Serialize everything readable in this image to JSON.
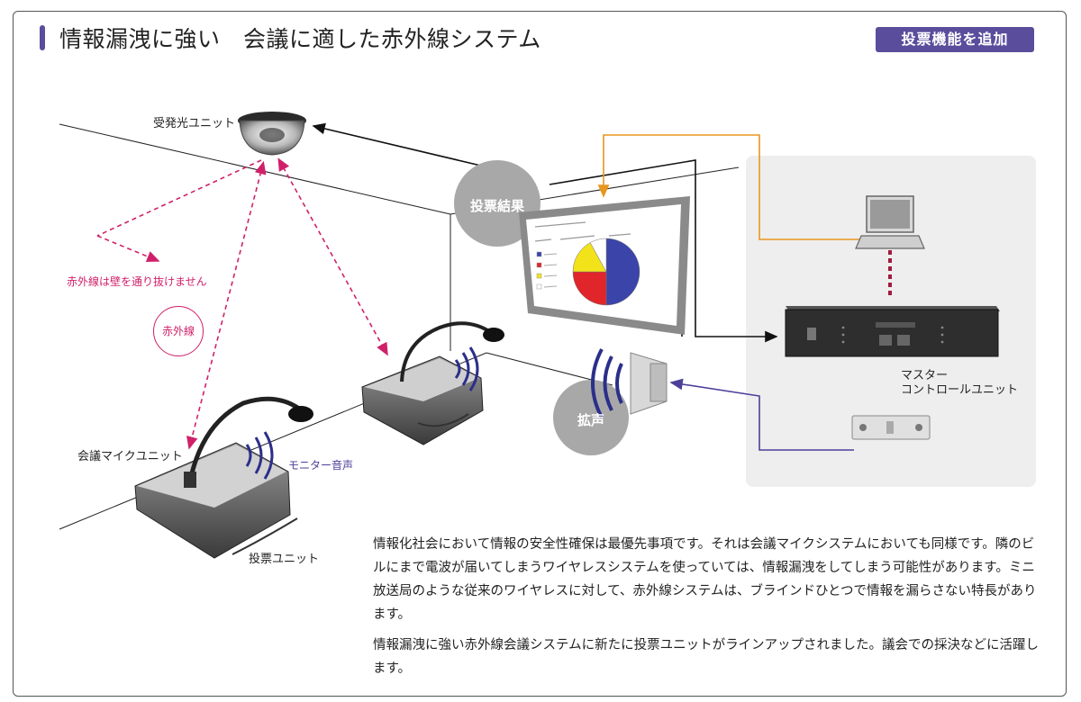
{
  "header": {
    "title": "情報漏洩に強い　会議に適した赤外線システム",
    "badge": "投票機能を追加"
  },
  "labels": {
    "receiver_unit": "受発光ユニット",
    "ir_wall_note": "赤外線は壁を通り抜けません",
    "ir": "赤外線",
    "conference_mic_unit": "会議マイクユニット",
    "monitor_audio": "モニター音声",
    "voting_unit": "投票ユニット",
    "vote_results": "投票結果",
    "loudspeaker": "拡声",
    "master_control_line1": "マスター",
    "master_control_line2": "コントロールユニット"
  },
  "screen_chart": {
    "slices": [
      {
        "color": "#3b44a8",
        "value": 0.5
      },
      {
        "color": "#e0252b",
        "value": 0.25
      },
      {
        "color": "#f2e21a",
        "value": 0.17
      },
      {
        "color": "#ffffff",
        "value": 0.08
      }
    ],
    "legend_colors": [
      "#3b44a8",
      "#e0252b",
      "#f2e21a",
      "#ffffff"
    ]
  },
  "colors": {
    "accent": "#5a4d9c",
    "ir": "#d0206a",
    "orange_cable": "#e8961e",
    "purple_cable": "#4b3f9a",
    "grey_bubble": "#a8a8a8"
  },
  "body": {
    "paragraph1": "情報化社会において情報の安全性確保は最優先事項です。それは会議マイクシステムにおいても同様です。隣のビルにまで電波が届いてしまうワイヤレスシステムを使っていては、情報漏洩をしてしまう可能性があります。ミニ放送局のような従来のワイヤレスに対して、赤外線システムは、ブラインドひとつで情報を漏らさない特長があります。",
    "paragraph2": "情報漏洩に強い赤外線会議システムに新たに投票ユニットがラインアップされました。議会での採決などに活躍します。"
  }
}
